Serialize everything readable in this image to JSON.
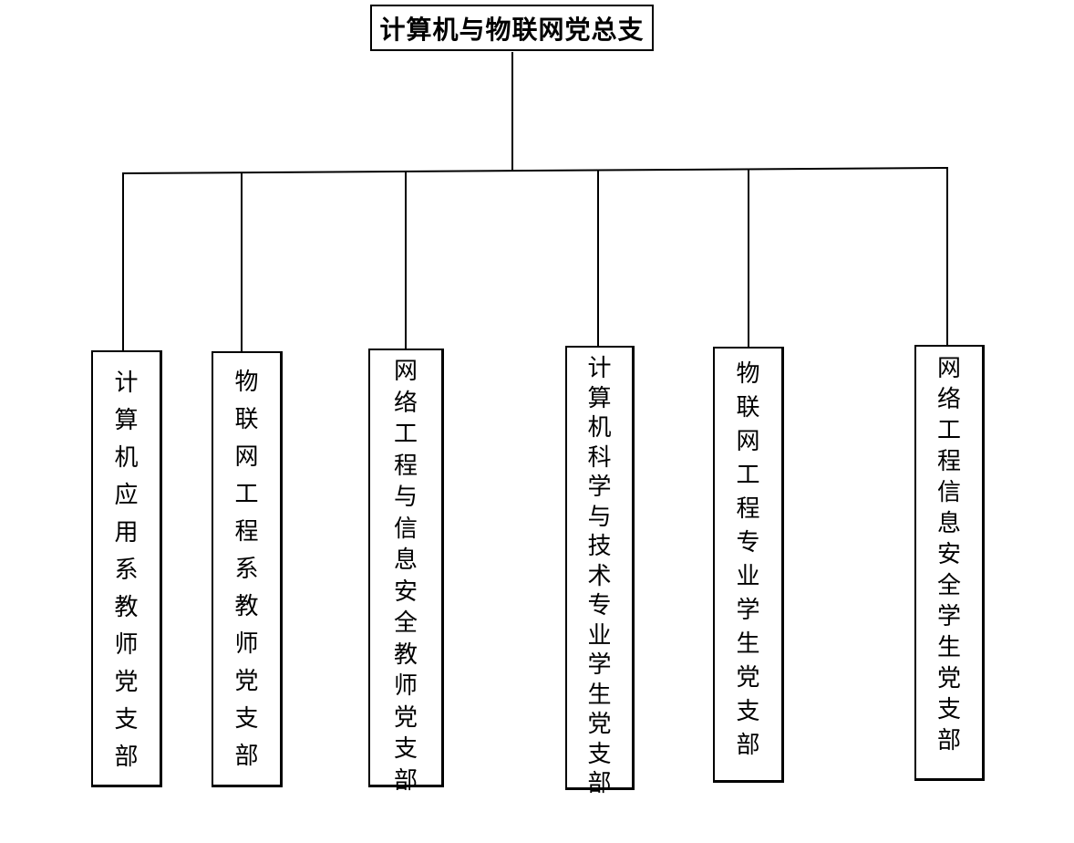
{
  "root": {
    "title": "计算机与物联网党总支"
  },
  "branches": [
    {
      "label": "计算机应用系教师党支部"
    },
    {
      "label": "物联网工程系教师党支部"
    },
    {
      "label": "网络工程与信息安全教师党支部"
    },
    {
      "label": "计算机科学与技术专业学生党支部"
    },
    {
      "label": "物联网工程专业学生党支部"
    },
    {
      "label": "网络工程信息安全学生党支部"
    }
  ]
}
